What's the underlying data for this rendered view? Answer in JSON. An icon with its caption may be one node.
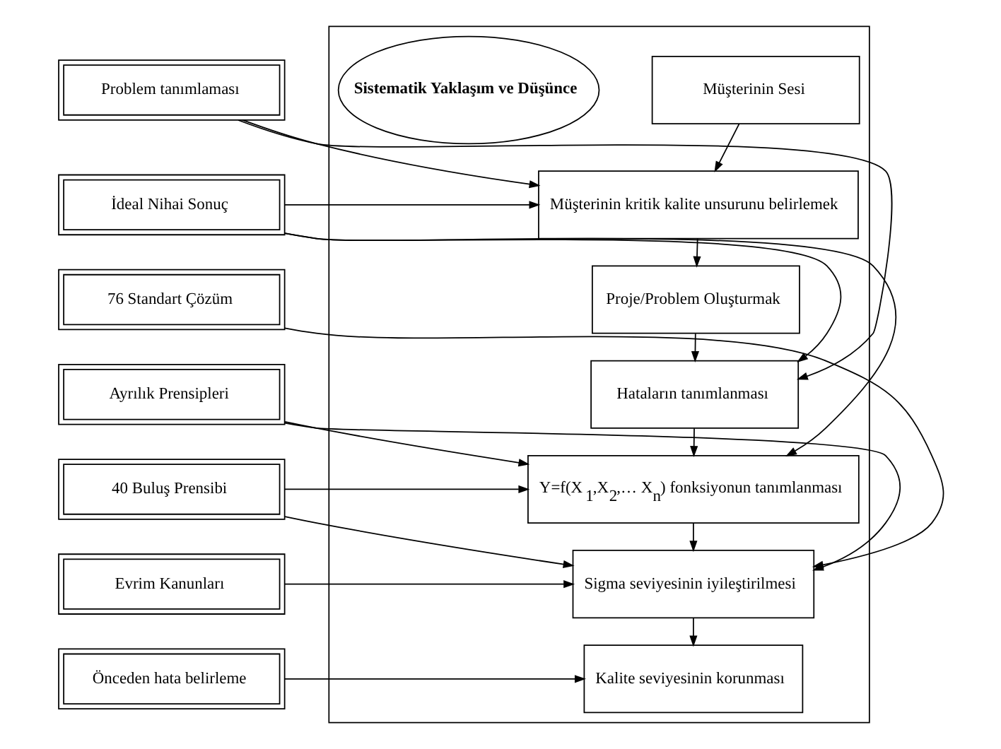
{
  "diagram": {
    "nodes": [
      {
        "text": [],
        "shape": "box"
      },
      {
        "text": [
          "Problem tanımlaması"
        ]
      },
      {
        "text": [
          "İdeal Nihai Sonuç"
        ]
      },
      {
        "text": [
          "76 Standart Çözüm"
        ]
      },
      {
        "text": [
          "Ayrılık Prensipleri"
        ]
      },
      {
        "text": [
          "40 Buluş Prensibi"
        ]
      },
      {
        "text": [
          "Evrim Kanunları"
        ]
      },
      {
        "text": [
          "Önceden hata belirleme"
        ]
      },
      {
        "text": [
          "Müşterinin Sesi"
        ],
        "in": 0
      },
      {
        "text": [
          "Müşterinin kritik kalite unsurunu belirlemek"
        ],
        "in": 0
      },
      {
        "text": [
          "Proje/Problem Oluşturmak"
        ],
        "in": 0
      },
      {
        "text": [
          "Hataların tanımlanması"
        ],
        "in": 0
      },
      {
        "text": [
          "Y=f(X$_{1}$,X$_{2}$,… X$_{n}$) fonksiyonun tanımlanması"
        ],
        "in": 0
      },
      {
        "text": [
          "Sigma seviyesinin iyileştirilmesi"
        ],
        "in": 0
      },
      {
        "text": [
          "Kalite seviyesinin korunması"
        ],
        "in": 0
      },
      {
        "text": [
          "Sistematik Yaklaşım ve Düşünce"
        ],
        "in": 0
      }
    ],
    "edges": [
      {
        "from": 8,
        "to": 9,
        "arrow": "to"
      },
      {
        "from": 9,
        "to": 10,
        "arrow": "to"
      },
      {
        "from": 10,
        "to": 11,
        "arrow": "to"
      },
      {
        "from": 11,
        "to": 12,
        "arrow": "to"
      },
      {
        "from": 12,
        "to": 13,
        "arrow": "to"
      },
      {
        "from": 13,
        "to": 14,
        "arrow": "to"
      },
      {
        "from": 1,
        "to": 9,
        "arrow": "to"
      },
      {
        "from": 1,
        "to": 11,
        "arrow": "to"
      },
      {
        "from": 2,
        "to": 9,
        "arrow": "to"
      },
      {
        "from": 2,
        "to": 11,
        "arrow": "to"
      },
      {
        "from": 2,
        "to": 12,
        "arrow": "to"
      },
      {
        "from": 3,
        "to": 13,
        "arrow": "to"
      },
      {
        "from": 4,
        "to": 12,
        "arrow": "to"
      },
      {
        "from": 4,
        "to": 13,
        "arrow": "to"
      },
      {
        "from": 5,
        "to": 12,
        "arrow": "to"
      },
      {
        "from": 5,
        "to": 13,
        "arrow": "to"
      },
      {
        "from": 6,
        "to": 13,
        "arrow": "to"
      },
      {
        "from": 7,
        "to": 14,
        "arrow": "to"
      }
    ]
  }
}
